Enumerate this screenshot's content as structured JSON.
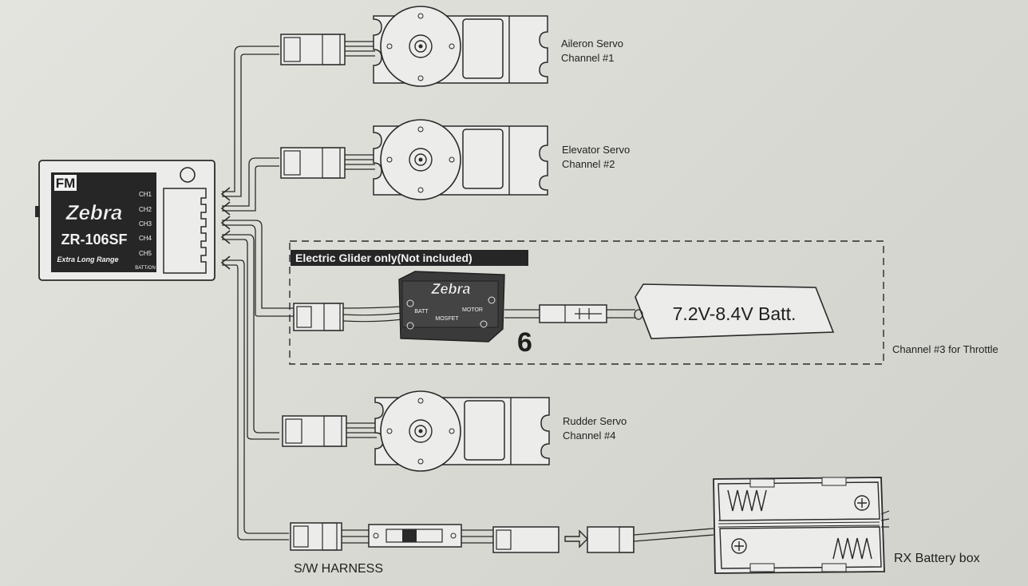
{
  "receiver": {
    "badge": "FM",
    "brand": "Zebra",
    "model": "ZR-106SF",
    "tagline": "Extra Long Range",
    "channels": [
      "CH1",
      "CH2",
      "CH3",
      "CH4",
      "CH5",
      "BATT/ON"
    ]
  },
  "servos": [
    {
      "name": "Aileron Servo",
      "channel": "Channel #1"
    },
    {
      "name": "Elevator Servo",
      "channel": "Channel #2"
    },
    {
      "name": "Rudder Servo",
      "channel": "Channel #4"
    }
  ],
  "glider": {
    "heading": "Electric Glider only(Not included)",
    "esc_brand": "Zebra",
    "esc_labels": [
      "BATT",
      "MOTOR",
      "MOSFET"
    ],
    "battery_label": "7.2V-8.4V Batt.",
    "item_number": "6",
    "throttle_label": "Channel #3 for Throttle"
  },
  "harness_label": "S/W HARNESS",
  "battery_box_label": "RX Battery box",
  "colors": {
    "ink": "#1f1f1f",
    "paper": "#dcdcd7",
    "receiver_face": "#2a2a2a",
    "esc_body": "#3a3a3a"
  }
}
